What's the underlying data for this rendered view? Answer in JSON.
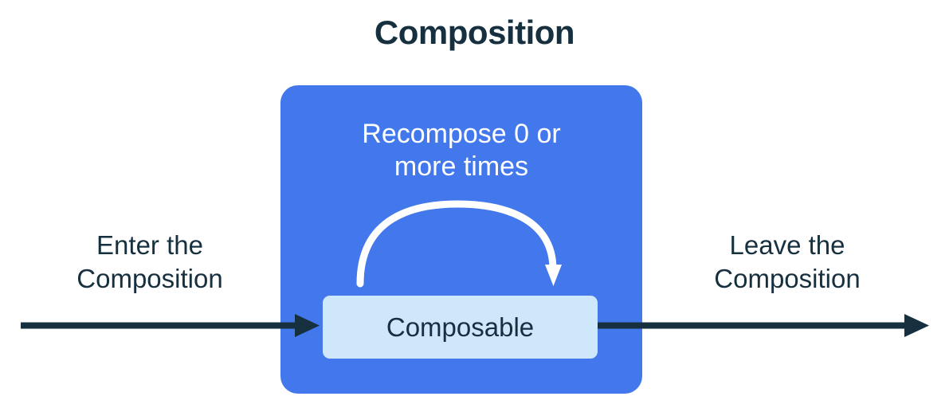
{
  "title": "Composition",
  "composition_box": {
    "recompose_caption_line1": "Recompose 0 or",
    "recompose_caption_line2": "more times",
    "composable_label": "Composable",
    "fill_color": "#4278ec",
    "composable_fill_color": "#cfe7fb",
    "recompose_arrow_color": "#ffffff"
  },
  "labels": {
    "enter_line1": "Enter the",
    "enter_line2": "Composition",
    "leave_line1": "Leave the",
    "leave_line2": "Composition"
  },
  "colors": {
    "text_dark": "#16303f",
    "arrow_dark": "#16303f",
    "background": "#ffffff"
  },
  "icons": {
    "enter_arrow": "arrow-right-icon",
    "leave_arrow": "arrow-right-icon",
    "recompose_arrow": "curved-loop-arrow-icon"
  }
}
